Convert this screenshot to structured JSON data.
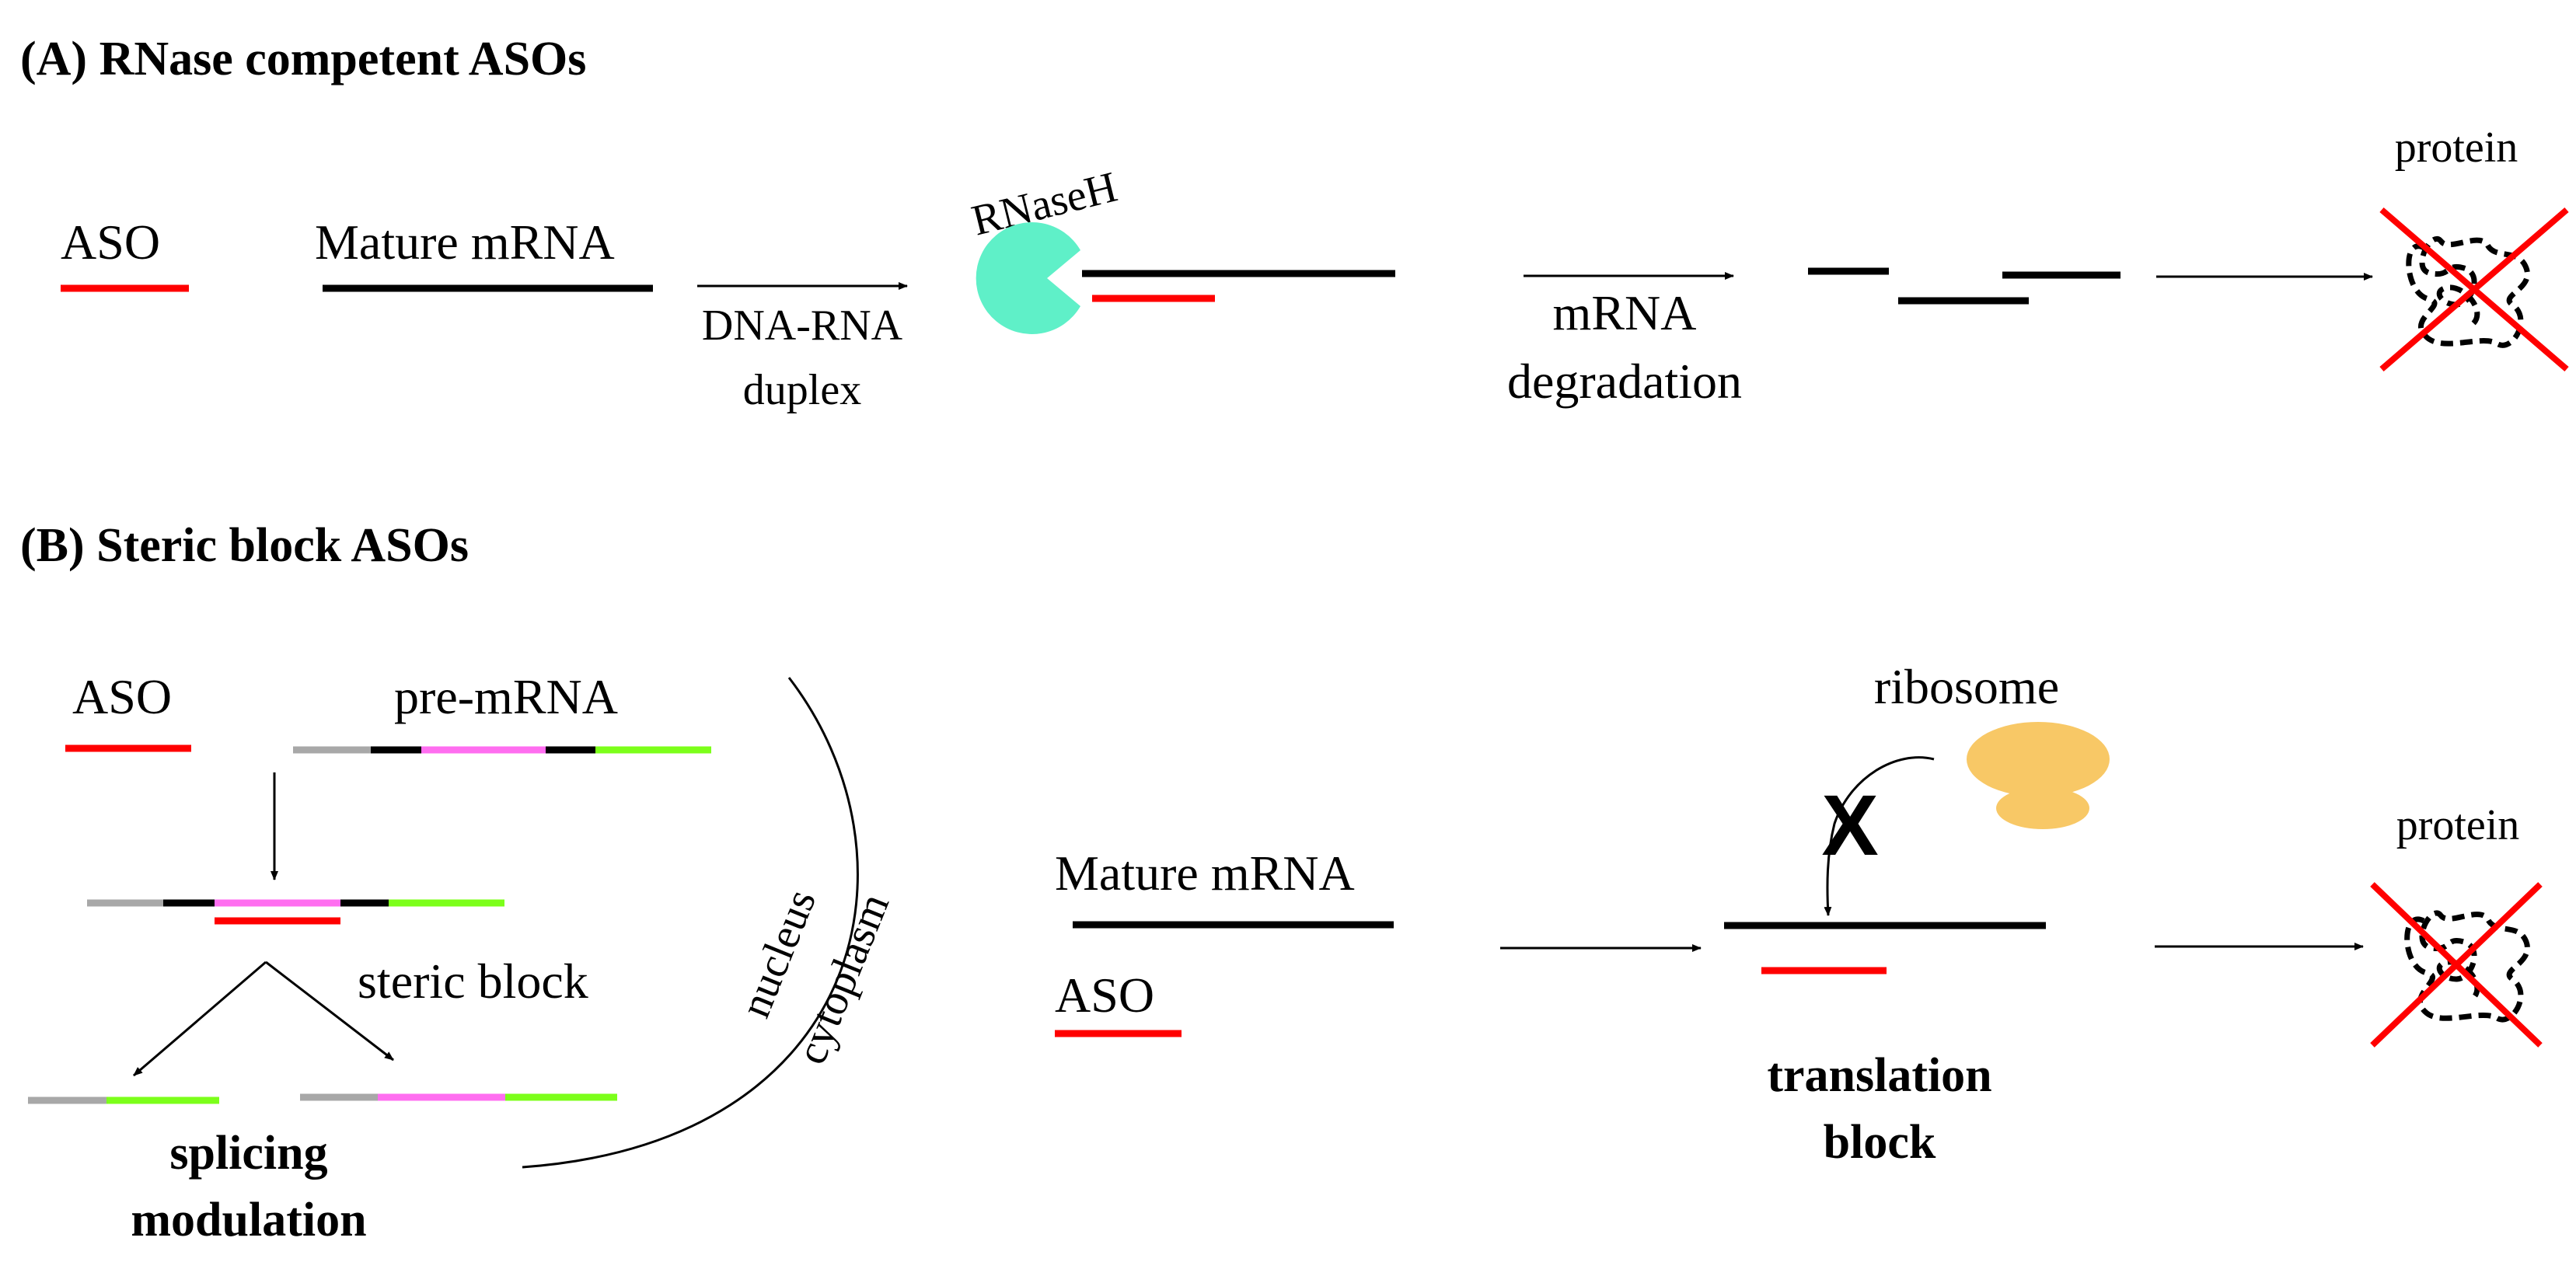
{
  "panel_a": {
    "heading": "(A) RNase competent ASOs",
    "aso_label": "ASO",
    "mrna_label": "Mature mRNA",
    "duplex_label_line1": "DNA-RNA",
    "duplex_label_line2": "duplex",
    "rnaseh_label": "RNaseH",
    "degradation_label_line1": "mRNA",
    "degradation_label_line2": "degradation",
    "protein_label": "protein"
  },
  "panel_b": {
    "heading": "(B) Steric block ASOs",
    "aso_label": "ASO",
    "pre_mrna_label": "pre-mRNA",
    "steric_block_label": "steric block",
    "splicing_label_line1": "splicing",
    "splicing_label_line2": "modulation",
    "nucleus_label": "nucleus",
    "cytoplasm_label": "cytoplasm",
    "mature_mrna_label": "Mature mRNA",
    "aso_label_2": "ASO",
    "ribosome_label": "ribosome",
    "block_mark": "X",
    "translation_label_line1": "translation",
    "translation_label_line2": "block",
    "protein_label": "protein"
  },
  "colors": {
    "aso": "#ff0000",
    "rna": "#000000",
    "rnaseh": "#5ff0c8",
    "ribosome": "#f8c866",
    "exon_pink": "#ff6ef0",
    "exon_green": "#7cff1a",
    "utr_gray": "#a8a8a8"
  }
}
